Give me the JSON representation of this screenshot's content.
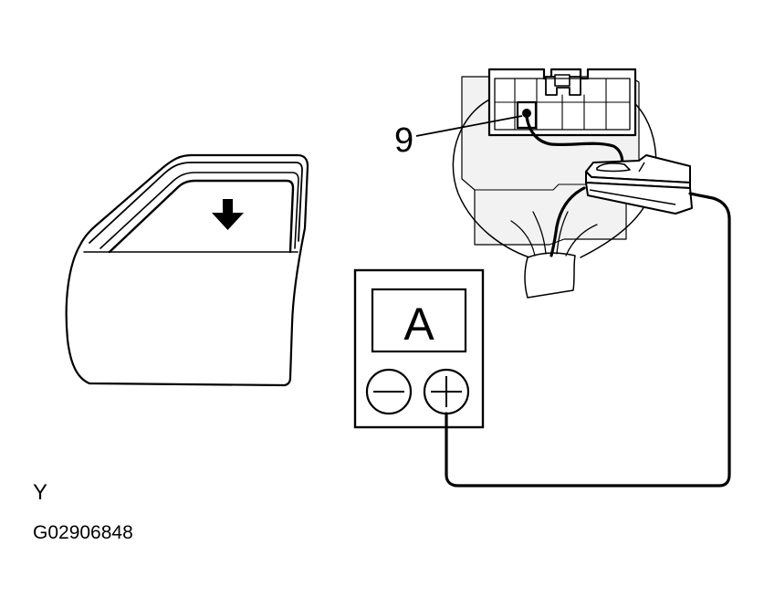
{
  "diagram": {
    "pin_callout": "9",
    "meter_display": "A",
    "meter_minus_symbol": "−",
    "meter_plus_symbol": "+",
    "view_marker": "Y",
    "figure_code": "G02906848"
  },
  "icons": {
    "door": "car-door-icon",
    "arrow": "down-arrow-icon",
    "connector": "connector-icon",
    "meter": "ammeter-icon"
  },
  "colors": {
    "ink": "#000000",
    "shade": "#f2f2f2",
    "paper": "#ffffff"
  }
}
